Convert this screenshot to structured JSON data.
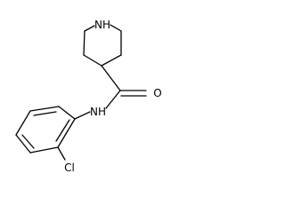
{
  "molecule": {
    "atoms": {
      "ring_nitrogen": "NH",
      "amide_nitrogen": "NH",
      "carbonyl_oxygen": "O",
      "chlorine": "Cl"
    },
    "colors": {
      "bond": "#000000",
      "label": "#000000",
      "background": "#ffffff"
    }
  }
}
